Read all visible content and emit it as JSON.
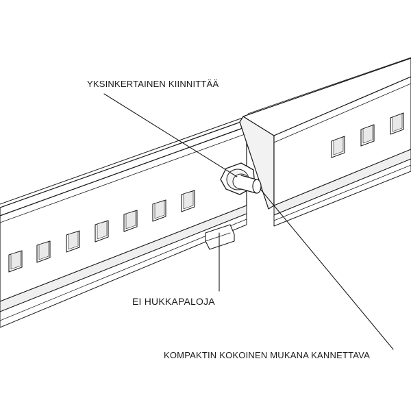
{
  "callouts": {
    "fastener": "YKSINKERTAINEN KIINNITTÄÄ",
    "no_parts": "EI HUKKAPALOJA",
    "compact": "KOMPAKTIN KOKOINEN MUKANA KANNETTAVA"
  },
  "colors": {
    "line": "#1a1a1a",
    "fill": "#ffffff",
    "shade": "#e9e9e9"
  }
}
